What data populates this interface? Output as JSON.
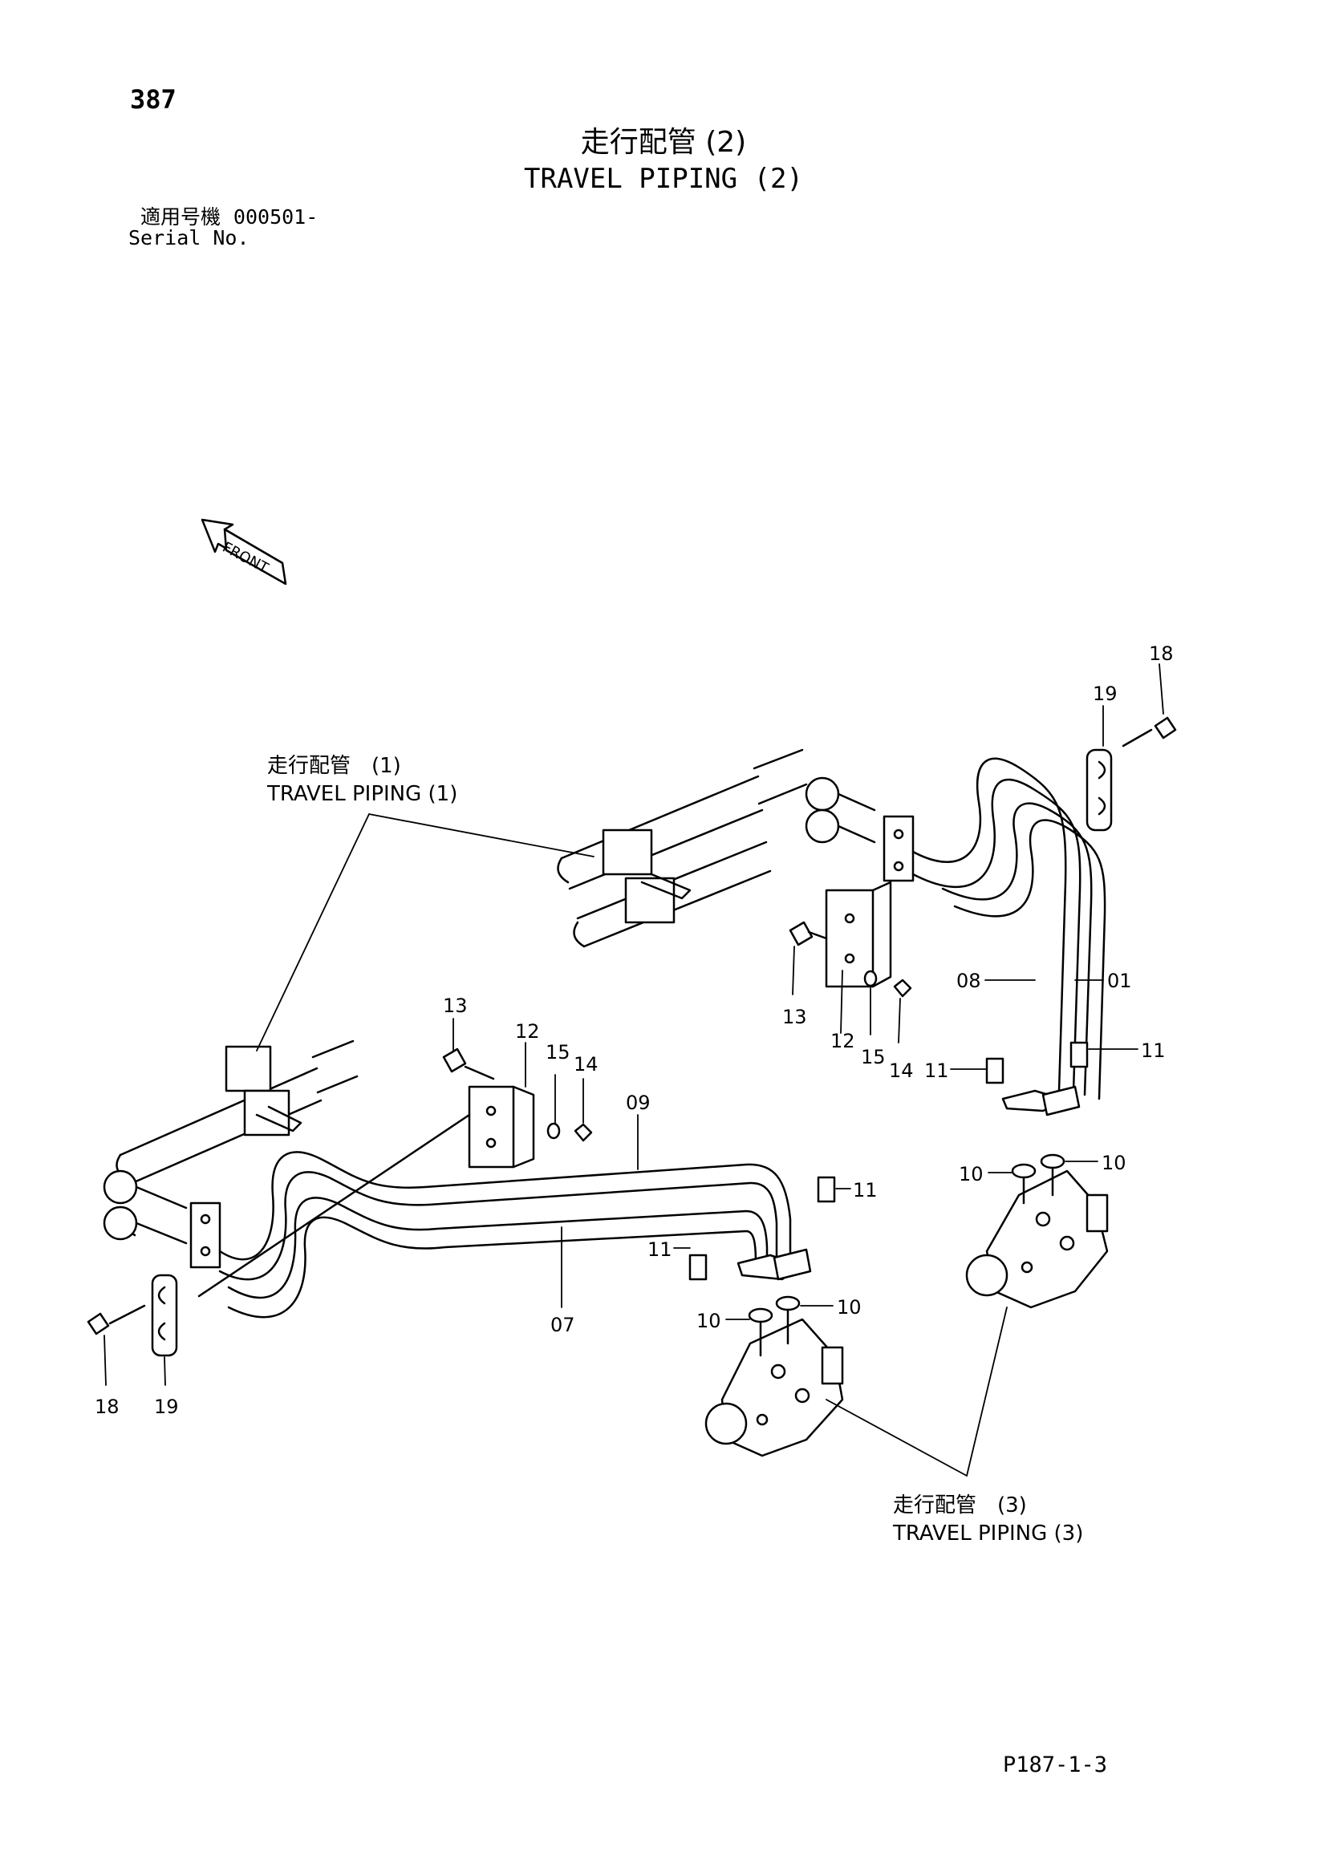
{
  "header": {
    "page_number": "387",
    "title_ja": "走行配管 (2)",
    "title_en": "TRAVEL PIPING (2)",
    "serial_label_ja": "適用号機",
    "serial_value": "000501-",
    "serial_label_en": "Serial No."
  },
  "front_marker": "FRONT",
  "references": {
    "piping_1_ja": "走行配管　(1)",
    "piping_1_en": "TRAVEL  PIPING (1)",
    "piping_3_ja": "走行配管　(3)",
    "piping_3_en": "TRAVEL  PIPING (3)"
  },
  "callouts": {
    "p18_top": "18",
    "p19_top": "19",
    "p13_right": "13",
    "p12_right": "12",
    "p15_right": "15",
    "p14_right": "14",
    "p08": "08",
    "p01": "01",
    "p11_right_a": "11",
    "p11_right_b": "11",
    "p10_right_a": "10",
    "p10_right_b": "10",
    "p13_left": "13",
    "p12_left": "12",
    "p15_left": "15",
    "p14_left": "14",
    "p09": "09",
    "p11_left_a": "11",
    "p11_left_b": "11",
    "p07": "07",
    "p10_left_a": "10",
    "p10_left_b": "10",
    "p18_bottom": "18",
    "p19_bottom": "19"
  },
  "footer": {
    "code": "P187-1-3"
  }
}
